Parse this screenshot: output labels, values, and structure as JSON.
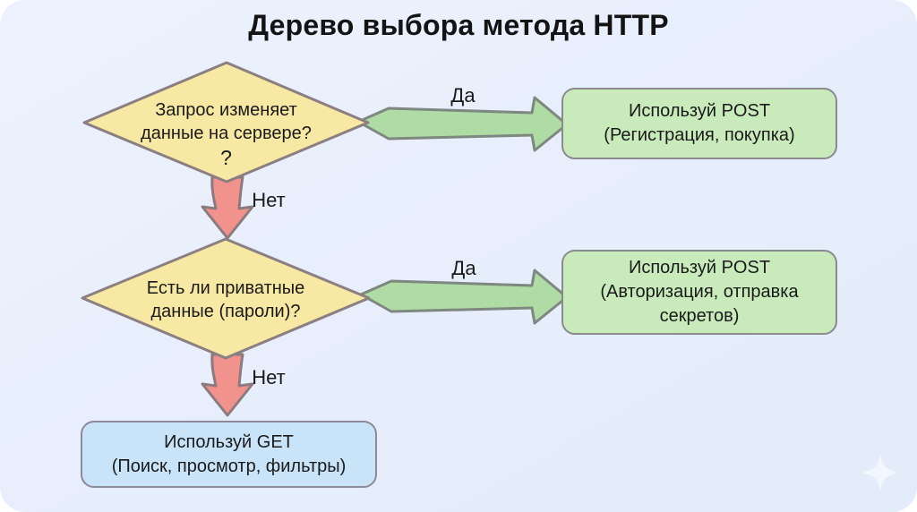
{
  "title": "Дерево выбора метода HTTP",
  "nodes": {
    "decision1": {
      "lines": [
        "Запрос изменяет",
        "данные на сервере?",
        "?"
      ]
    },
    "decision2": {
      "lines": [
        "Есть ли приватные",
        "данные (пароли)?"
      ]
    },
    "post1": {
      "lines": [
        "Используй POST",
        "(Регистрация, покупка)"
      ]
    },
    "post2": {
      "lines": [
        "Используй POST",
        "(Авторизация, отправка",
        "секретов)"
      ]
    },
    "get": {
      "lines": [
        "Используй GET",
        "(Поиск, просмотр, фильтры)"
      ]
    }
  },
  "edges": {
    "yes1": "Да",
    "no1": "Нет",
    "yes2": "Да",
    "no2": "Нет"
  },
  "colors": {
    "canvas_bg": "#E8EFFB",
    "decision_fill": "#F7E8A3",
    "post_fill": "#C9EBBB",
    "get_fill": "#C9E3F8",
    "yes_arrow_fill": "#AEDCA4",
    "no_arrow_fill": "#F2928D",
    "outline": "#878289",
    "text": "#1A1A1A"
  },
  "decoration": {
    "icon": "sparkle-icon"
  }
}
